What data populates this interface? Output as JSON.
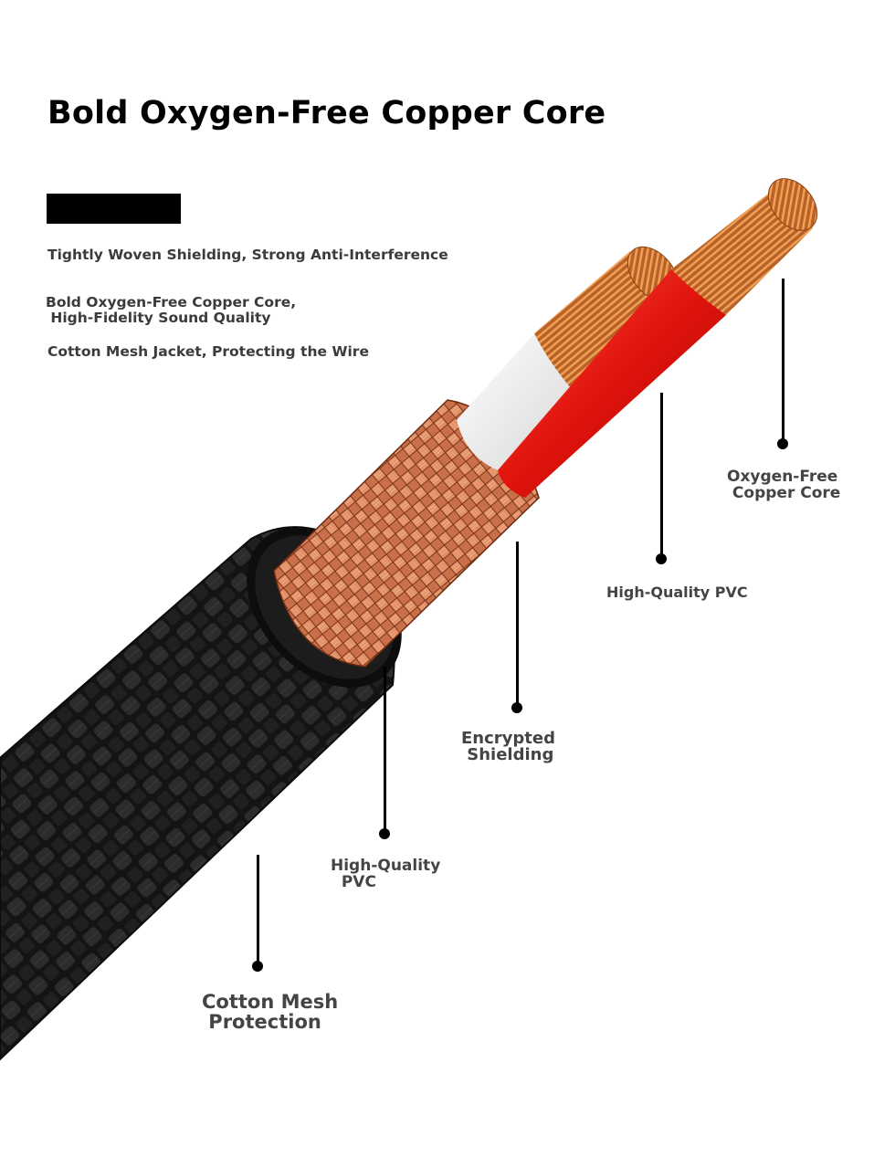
{
  "title": "Bold Oxygen-Free Copper Core",
  "features": [
    "Tightly Woven Shielding, Strong Anti-Interference",
    "Bold Oxygen-Free Copper Core,\n High-Fidelity Sound Quality",
    "Cotton Mesh Jacket, Protecting the Wire"
  ],
  "callouts": {
    "oxygen_free_core": "Oxygen-Free\n Copper Core",
    "inner_pvc": "High-Quality PVC",
    "shielding": "Encrypted\n Shielding",
    "outer_pvc": "High-Quality\n  PVC",
    "cotton_mesh": "Cotton Mesh\n Protection"
  },
  "colors": {
    "copper": "#c56a2f",
    "red_insulation": "#e0130c",
    "white_insulation": "#f2f2f2",
    "braid": "#1a1a1a"
  }
}
